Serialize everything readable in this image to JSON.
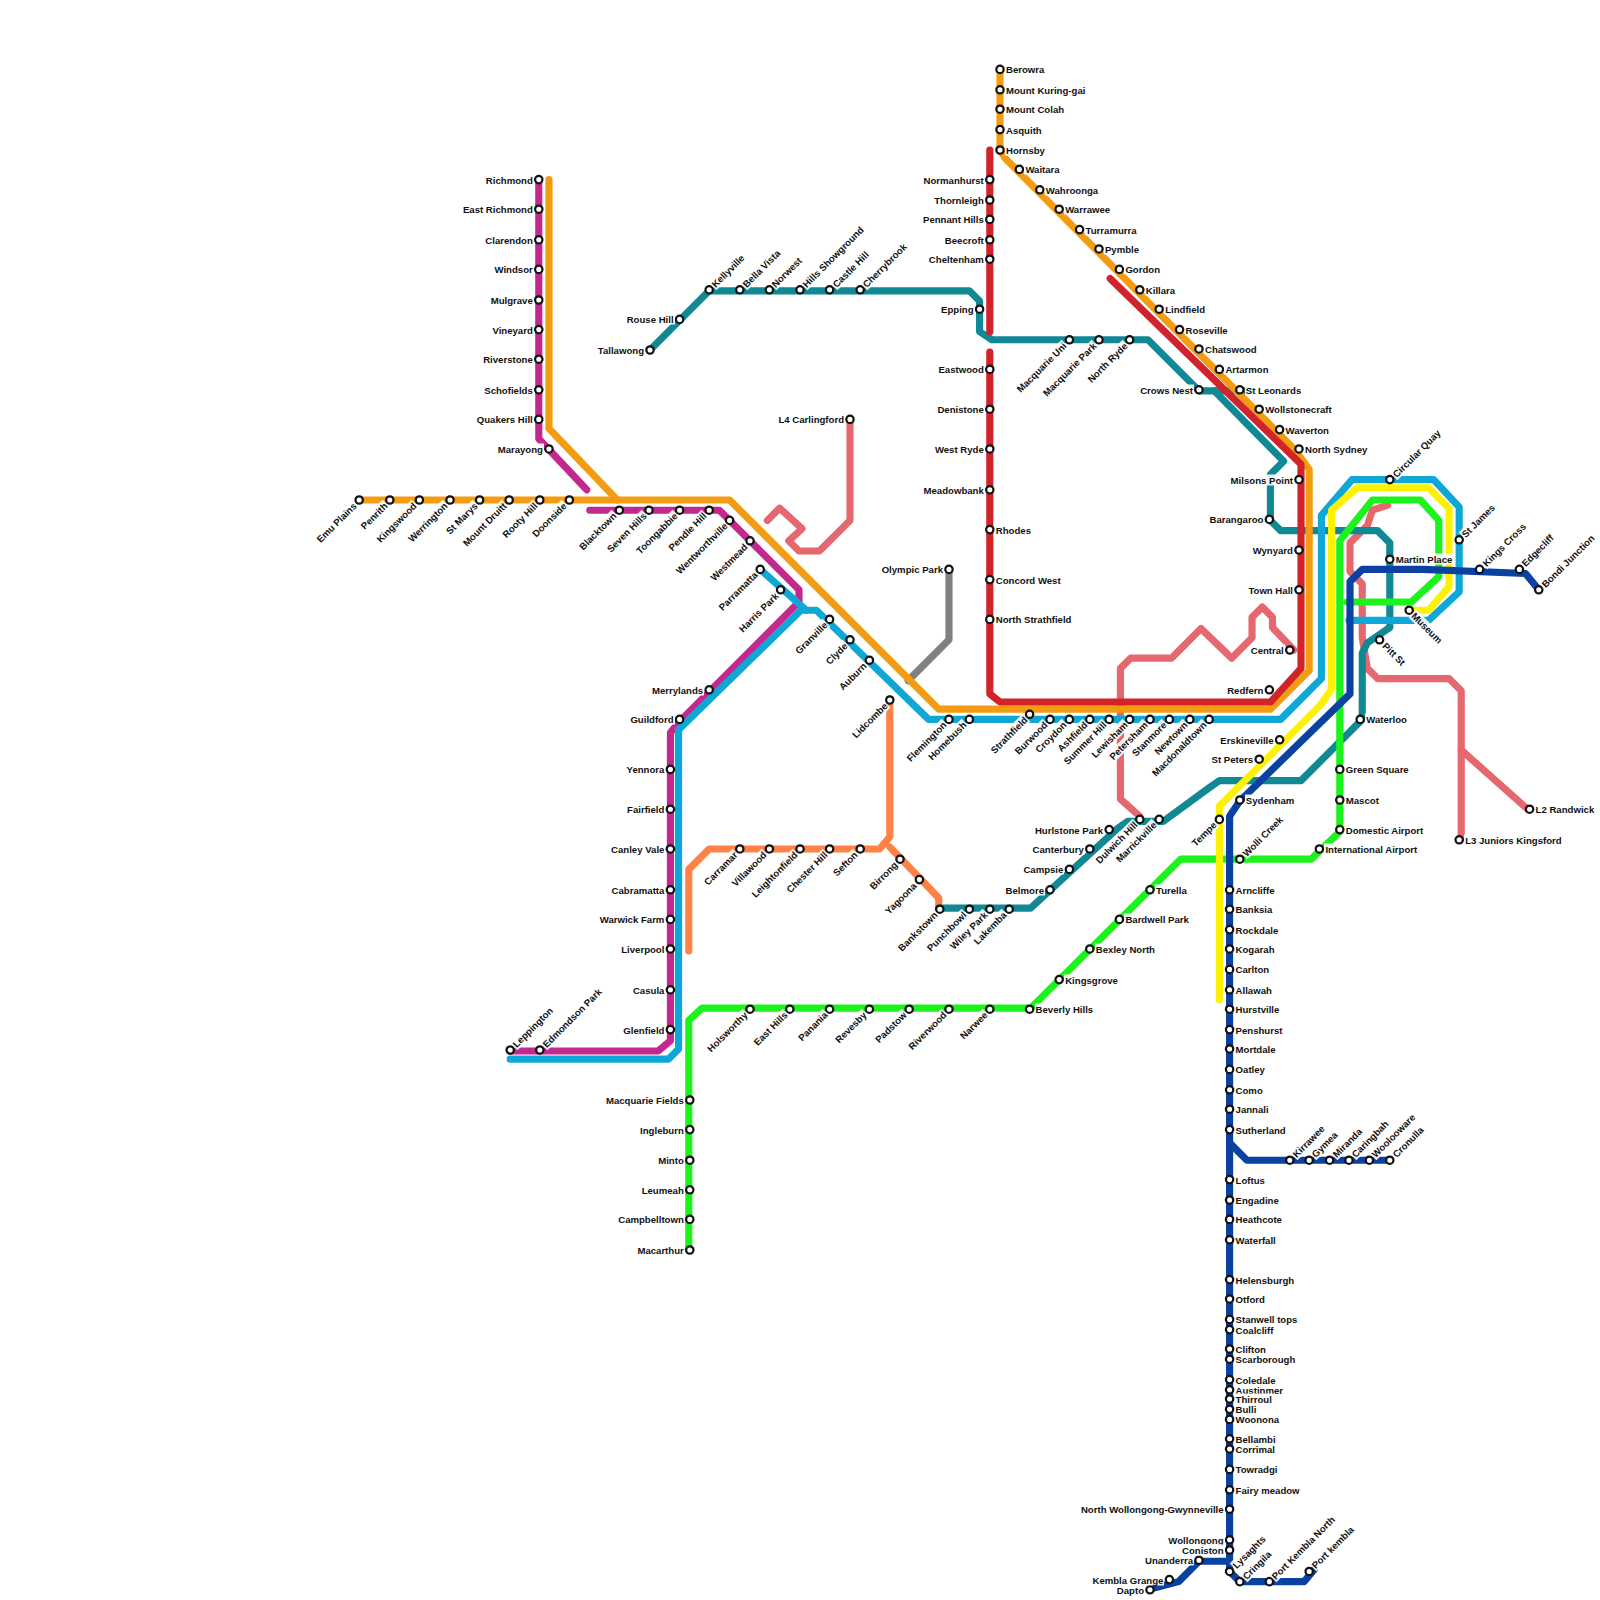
{
  "diagram": {
    "labels": [
      "Richmond",
      "East Richmond",
      "Clarendon",
      "Windsor",
      "Mulgrave",
      "Vineyard",
      "Riverstone",
      "Schofields",
      "Quakers Hill",
      "Marayong",
      "Emu Plains",
      "Penrith",
      "Kingswood",
      "Werrington",
      "St Marys",
      "Mount Druitt",
      "Rooty Hill",
      "Doonside",
      "Blacktown",
      "Seven Hills",
      "Toongabbie",
      "Pendle Hill",
      "Wentworthville",
      "Westmead",
      "Parramatta",
      "Harris Park",
      "Rouse Hill",
      "Tallawong",
      "Kellyville",
      "Bella Vista",
      "Norwest",
      "Hills Showground",
      "Castle Hill",
      "Cherrybrook",
      "L4 Carlingford",
      "Berowra",
      "Mount Kuring-gai",
      "Mount Colah",
      "Asquith",
      "Hornsby",
      "Waitara",
      "Wahroonga",
      "Warrawee",
      "Turramurra",
      "Pymble",
      "Gordon",
      "Killara",
      "Lindfield",
      "Roseville",
      "Chatswood",
      "Artarmon",
      "St Leonards",
      "Wollstonecraft",
      "Waverton",
      "North Sydney",
      "Normanhurst",
      "Thornleigh",
      "Pennant Hills",
      "Beecroft",
      "Cheltenham",
      "Epping",
      "Eastwood",
      "Denistone",
      "West Ryde",
      "Meadowbank",
      "Rhodes",
      "Concord West",
      "North Strathfield",
      "Macquarie Uni",
      "Macquarie Park",
      "North Ryde",
      "Crows Nest",
      "Milsons Point",
      "Barangaroo",
      "Wynyard",
      "Town Hall",
      "Central",
      "Redfern",
      "Circular Quay",
      "St James",
      "Martin Place",
      "Kings Cross",
      "Edgecliff",
      "Bondi Junction",
      "Museum",
      "Pitt St",
      "Olympic Park",
      "Merrylands",
      "Guildford",
      "Granville",
      "Clyde",
      "Auburn",
      "Lidcombe",
      "Flemington",
      "Homebush",
      "Strathfield",
      "Burwood",
      "Croydon",
      "Ashfield",
      "Summer Hill",
      "Lewisham",
      "Petersham",
      "Stanmore",
      "Newtown",
      "Macdonaldtown",
      "Erskineville",
      "St Peters",
      "Waterloo",
      "Green Square",
      "Mascot",
      "Domestic Airport",
      "International Airport",
      "Sydenham",
      "Tempe",
      "Wolli Creek",
      "Hurlstone Park",
      "Canterbury",
      "Campsie",
      "Belmore",
      "Dulwich Hill",
      "Marrickville",
      "Turella",
      "Bardwell Park",
      "Bexley North",
      "Kingsgrove",
      "Beverly Hills",
      "Yennora",
      "Fairfield",
      "Canley Vale",
      "Cabramatta",
      "Warwick Farm",
      "Liverpool",
      "Casula",
      "Glenfield",
      "Leppington",
      "Edmondson Park",
      "Carramar",
      "Villawood",
      "Leightonfield",
      "Chester Hill",
      "Sefton",
      "Birrong",
      "Yagoona",
      "Bankstown",
      "Punchbowl",
      "Wiley Park",
      "Lakemba",
      "Holsworthy",
      "East Hills",
      "Panania",
      "Revesby",
      "Padstow",
      "Riverwood",
      "Narwee",
      "Macquarie Fields",
      "Ingleburn",
      "Minto",
      "Leumeah",
      "Campbelltown",
      "Macarthur",
      "Arncliffe",
      "Banksia",
      "Rockdale",
      "Kogarah",
      "Carlton",
      "Allawah",
      "Hurstville",
      "Penshurst",
      "Mortdale",
      "Oatley",
      "Como",
      "Jannali",
      "Sutherland",
      "Kirrawee",
      "Gymea",
      "Miranda",
      "Caringbah",
      "Woolooware",
      "Cronulla",
      "Loftus",
      "Engadine",
      "Heathcote",
      "Waterfall",
      "Helensburgh",
      "Otford",
      "Stanwell tops",
      "Coalcliff",
      "Clifton",
      "Scarborough",
      "Coledale",
      "Austinmer",
      "Thirroul",
      "Bulli",
      "Woonona",
      "Bellambi",
      "Corrimal",
      "Towradgi",
      "Fairy meadow",
      "North Wollongong-Gwynneville",
      "Wollongong",
      "Coniston",
      "Unanderra",
      "Lysaghts",
      "Cringila",
      "Port Kembla North",
      "Port kembla",
      "Kembla Grange",
      "Dapto",
      "L2 Randwick",
      "L3 Juniors Kingsford"
    ]
  }
}
